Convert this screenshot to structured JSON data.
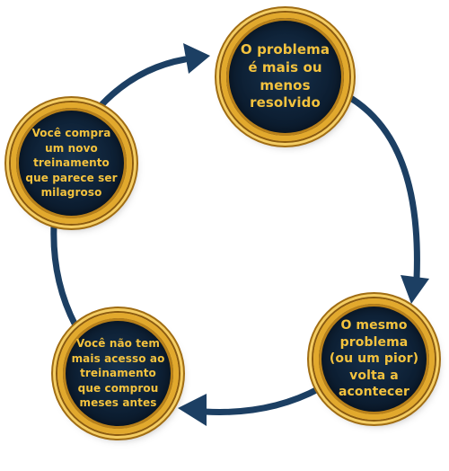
{
  "cycle": {
    "nodes": [
      {
        "text": "O problema é mais ou menos resolvido"
      },
      {
        "text": "O mesmo problema (ou um pior) volta a acontecer"
      },
      {
        "text": "Você não tem mais acesso ao treinamento que comprou meses antes"
      },
      {
        "text": "Você compra um novo treinamento que parece ser milagroso"
      }
    ]
  },
  "colors": {
    "arrow": "#1c3f63",
    "ring_gold": "#e2a92d",
    "circle_fill": "#0d1f33",
    "text_gold": "#f3c23e"
  }
}
